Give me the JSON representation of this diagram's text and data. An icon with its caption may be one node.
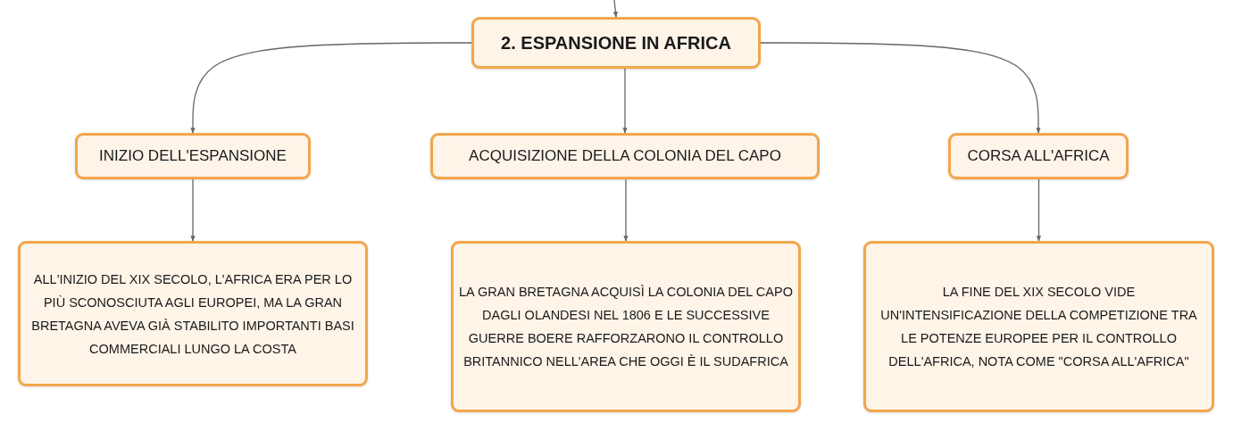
{
  "diagram": {
    "nodes": [
      {
        "text": [
          "2. ESPANSIONE IN AFRICA"
        ]
      },
      {
        "text": [
          "INIZIO DELL'ESPANSIONE"
        ]
      },
      {
        "text": [
          "ACQUISIZIONE DELLA COLONIA DEL CAPO"
        ]
      },
      {
        "text": [
          "CORSA ALL'AFRICA"
        ]
      },
      {
        "text": [
          "ALL'INIZIO DEL XIX SECOLO, L'AFRICA ERA PER LO PIÙ SCONOSCIUTA AGLI EUROPEI, MA LA GRAN BRETAGNA AVEVA GIÀ STABILITO IMPORTANTI BASI COMMERCIALI LUNGO LA COSTA"
        ]
      },
      {
        "text": [
          "LA GRAN BRETAGNA ACQUISÌ LA COLONIA DEL CAPO DAGLI OLANDESI NEL 1806 E LE SUCCESSIVE GUERRE BOERE RAFFORZARONO IL CONTROLLO BRITANNICO NELL'AREA CHE OGGI È IL SUDAFRICA"
        ]
      },
      {
        "text": [
          "LA FINE DEL XIX SECOLO VIDE UN'INTENSIFICAZIONE DELLA COMPETIZIONE TRA LE POTENZE EUROPEE PER IL CONTROLLO DELL'AFRICA, NOTA COME \"CORSA ALL'AFRICA\""
        ]
      }
    ],
    "edges": [
      {
        "from": null,
        "to": 0,
        "arrow": "to"
      },
      {
        "from": 0,
        "to": 1,
        "arrow": "to"
      },
      {
        "from": 0,
        "to": 2,
        "arrow": "to"
      },
      {
        "from": 0,
        "to": 3,
        "arrow": "to"
      },
      {
        "from": 1,
        "to": 4,
        "arrow": "to"
      },
      {
        "from": 2,
        "to": 5,
        "arrow": "to"
      },
      {
        "from": 3,
        "to": 6,
        "arrow": "to"
      }
    ]
  }
}
